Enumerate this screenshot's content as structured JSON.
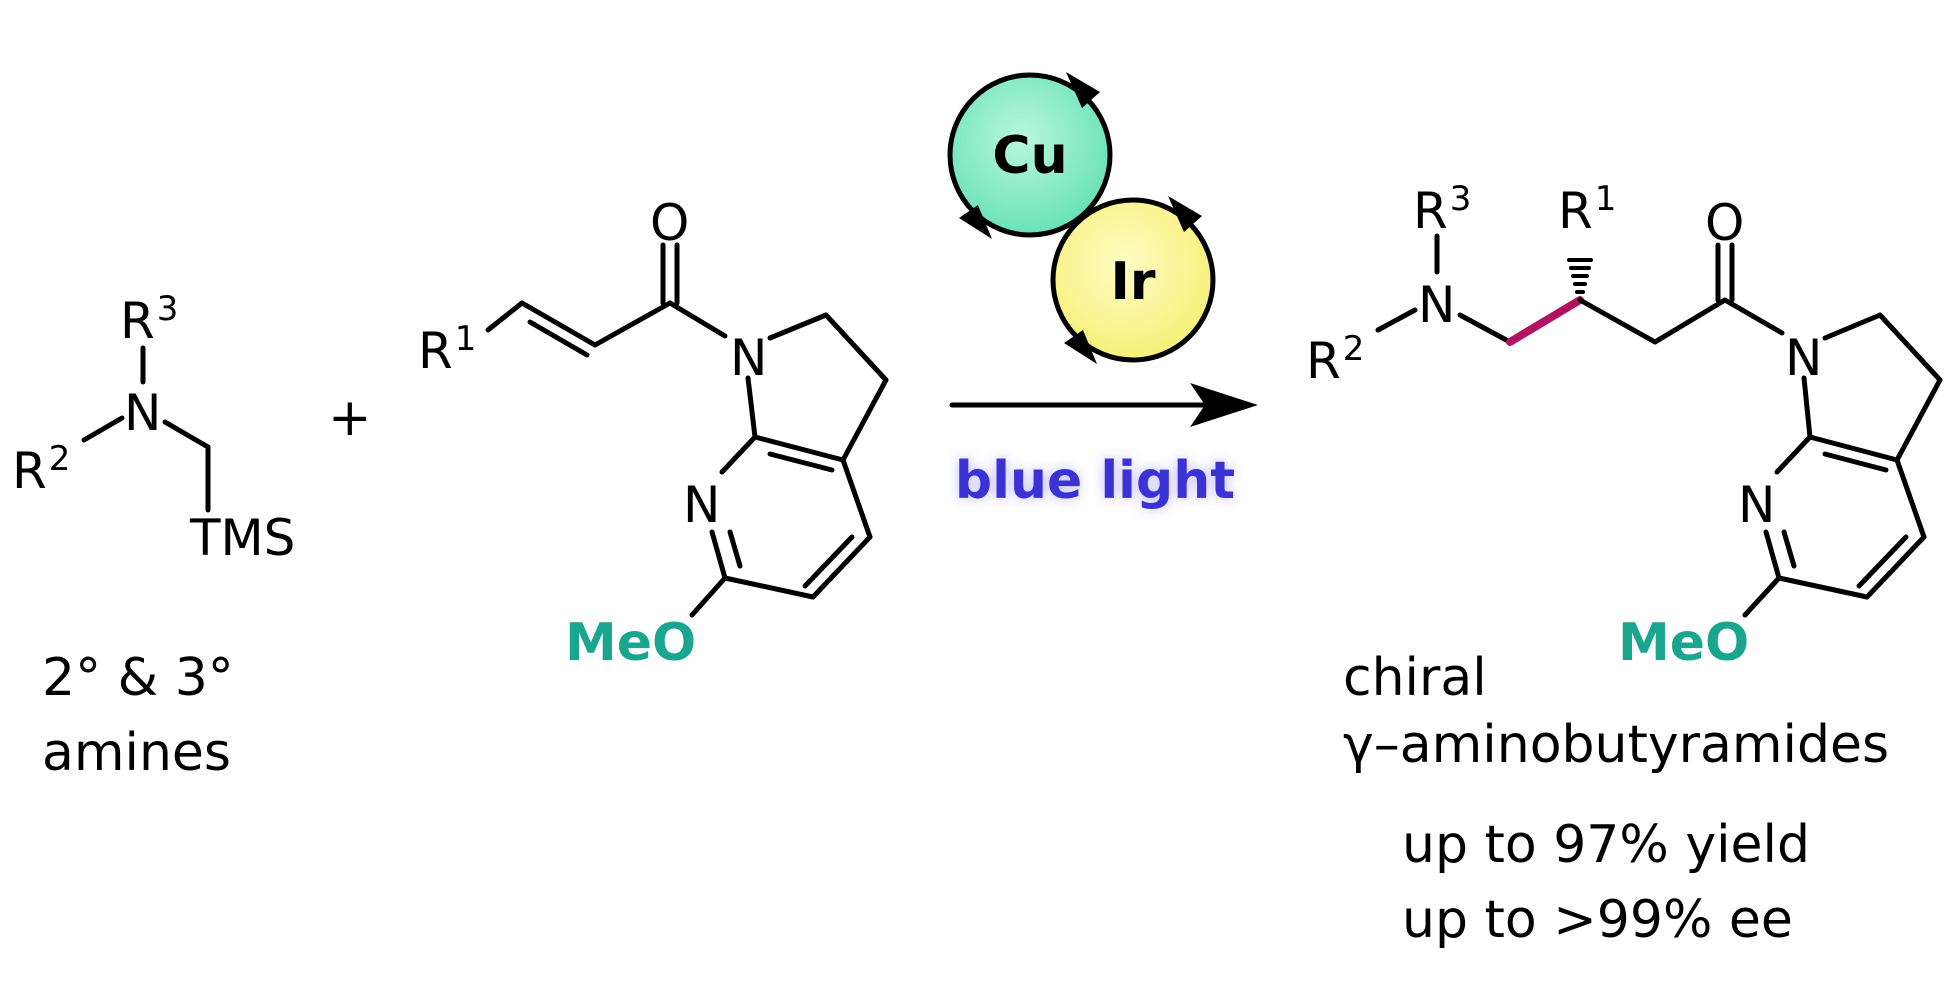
{
  "amine": {
    "n_label": "N",
    "r2_label": "R",
    "r2_sup": "2",
    "r3_label": "R",
    "r3_sup": "3",
    "tms_label": "TMS",
    "caption_line1": "2° & 3°",
    "caption_line2": "amines"
  },
  "plus_sign": "+",
  "acrylamide": {
    "r1_label": "R",
    "r1_sup": "1",
    "o_label": "O",
    "n_label": "N",
    "py_n_label": "N",
    "meo_label": "MeO"
  },
  "catalysts": {
    "cu_label": "Cu",
    "ir_label": "Ir",
    "cu_color": "#7de8c2",
    "ir_color": "#fbf58a"
  },
  "conditions": {
    "light_label": "blue light",
    "light_color": "#3b30d6"
  },
  "product": {
    "r3_label": "R",
    "r3_sup": "3",
    "r2_label": "R",
    "r2_sup": "2",
    "n_label": "N",
    "r1_label": "R",
    "r1_sup": "1",
    "o_label": "O",
    "amide_n_label": "N",
    "py_n_label": "N",
    "meo_label": "MeO",
    "new_bond_color": "#b0135f",
    "caption_line1": "chiral",
    "caption_line2": "γ–aminobutyramides",
    "yield_text": "up to 97% yield",
    "ee_text": "up to >99% ee"
  }
}
